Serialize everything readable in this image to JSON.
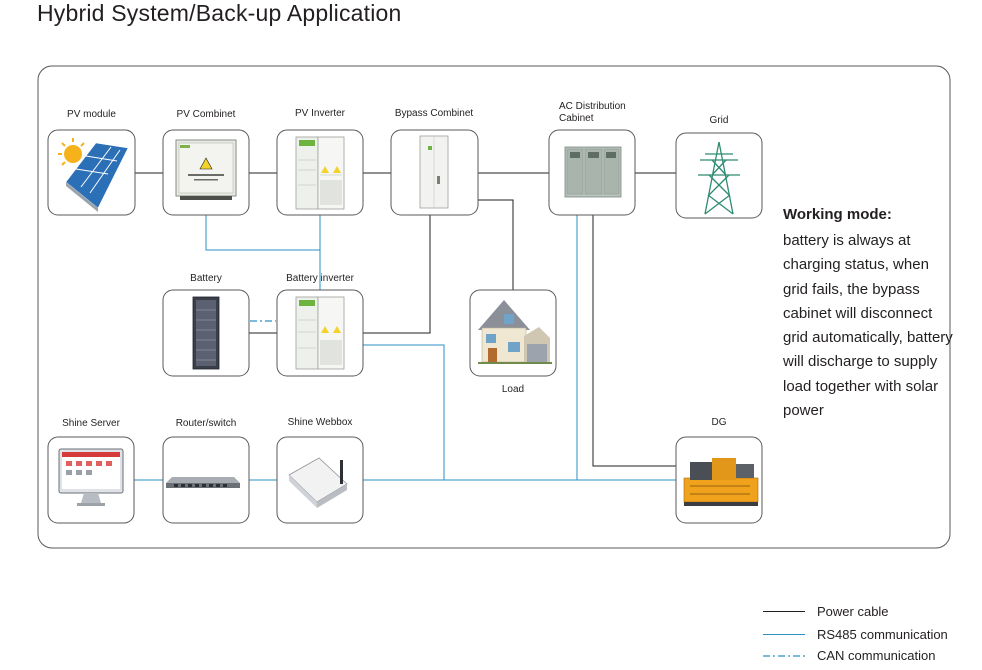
{
  "title": "Hybrid System/Back-up Application",
  "components": {
    "pv_module": "PV module",
    "pv_combiner": "PV Combinet",
    "pv_inverter": "PV Inverter",
    "bypass_combiner": "Bypass Combinet",
    "ac_distribution": "AC Distribution\nCabinet",
    "grid": "Grid",
    "battery": "Battery",
    "battery_inverter": "Battery inverter",
    "load": "Load",
    "shine_server": "Shine Server",
    "router": "Router/switch",
    "shine_webbox": "Shine Webbox",
    "dg": "DG"
  },
  "working_mode": {
    "title": "Working mode:",
    "text": "battery is always at charging status, when grid fails, the bypass cabinet will disconnect grid automatically, battery will discharge to supply load together with solar power"
  },
  "legend": {
    "power": "Power cable",
    "rs485": "RS485 communication",
    "can": "CAN communication"
  },
  "colors": {
    "power": "#231f20",
    "rs485": "#2e8fc4",
    "can": "#2e8fc4",
    "box_border": "#58595b"
  }
}
